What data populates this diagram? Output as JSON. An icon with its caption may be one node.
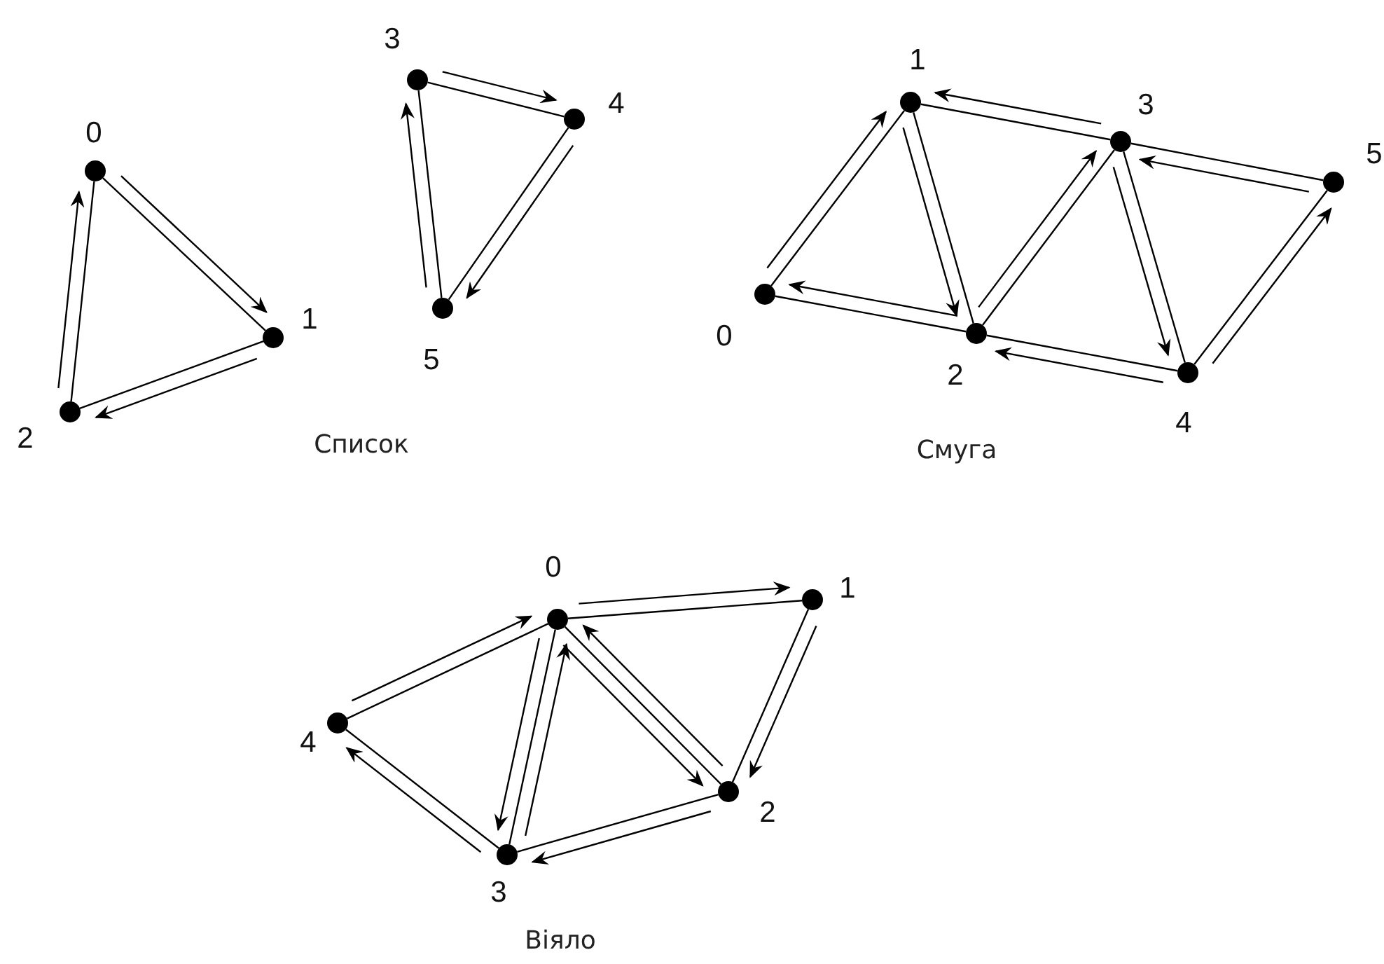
{
  "diagram": {
    "nodes": [
      {
        "text": [],
        "shape": "circle",
        "beside": [
          "0"
        ]
      },
      {
        "text": [],
        "shape": "circle",
        "beside": [
          "1"
        ]
      },
      {
        "text": [],
        "shape": "circle",
        "beside": [
          "2"
        ]
      },
      {
        "text": [],
        "shape": "circle",
        "beside": [
          "3"
        ]
      },
      {
        "text": [],
        "shape": "circle",
        "beside": [
          "4"
        ]
      },
      {
        "text": [],
        "shape": "circle",
        "beside": [
          "5"
        ]
      },
      {
        "text": [],
        "shape": "circle",
        "beside": [
          "0"
        ]
      },
      {
        "text": [],
        "shape": "circle",
        "beside": [
          "1"
        ]
      },
      {
        "text": [],
        "shape": "circle",
        "beside": [
          "2"
        ]
      },
      {
        "text": [],
        "shape": "circle",
        "beside": [
          "3"
        ]
      },
      {
        "text": [],
        "shape": "circle",
        "beside": [
          "4"
        ]
      },
      {
        "text": [],
        "shape": "circle",
        "beside": [
          "5"
        ]
      },
      {
        "text": [],
        "shape": "circle",
        "beside": [
          "0"
        ]
      },
      {
        "text": [],
        "shape": "circle",
        "beside": [
          "1"
        ]
      },
      {
        "text": [],
        "shape": "circle",
        "beside": [
          "2"
        ]
      },
      {
        "text": [],
        "shape": "circle",
        "beside": [
          "3"
        ]
      },
      {
        "text": [],
        "shape": "circle",
        "beside": [
          "4"
        ]
      }
    ],
    "edges": [
      {
        "from": 0,
        "to": 1,
        "arrow": "none"
      },
      {
        "from": 1,
        "to": 2,
        "arrow": "none"
      },
      {
        "from": 2,
        "to": 0,
        "arrow": "none"
      },
      {
        "from": 3,
        "to": 4,
        "arrow": "none"
      },
      {
        "from": 4,
        "to": 5,
        "arrow": "none"
      },
      {
        "from": 5,
        "to": 3,
        "arrow": "none"
      },
      {
        "from": 0,
        "to": 1,
        "arrow": "to"
      },
      {
        "from": 1,
        "to": 2,
        "arrow": "to"
      },
      {
        "from": 2,
        "to": 0,
        "arrow": "to"
      },
      {
        "from": 3,
        "to": 4,
        "arrow": "to"
      },
      {
        "from": 4,
        "to": 5,
        "arrow": "to"
      },
      {
        "from": 5,
        "to": 3,
        "arrow": "to"
      },
      {
        "from": 6,
        "to": 7,
        "arrow": "none"
      },
      {
        "from": 6,
        "to": 8,
        "arrow": "none"
      },
      {
        "from": 7,
        "to": 8,
        "arrow": "none"
      },
      {
        "from": 7,
        "to": 9,
        "arrow": "none"
      },
      {
        "from": 8,
        "to": 9,
        "arrow": "none"
      },
      {
        "from": 8,
        "to": 10,
        "arrow": "none"
      },
      {
        "from": 9,
        "to": 10,
        "arrow": "none"
      },
      {
        "from": 9,
        "to": 11,
        "arrow": "none"
      },
      {
        "from": 10,
        "to": 11,
        "arrow": "none"
      },
      {
        "from": 6,
        "to": 7,
        "arrow": "to"
      },
      {
        "from": 7,
        "to": 8,
        "arrow": "to"
      },
      {
        "from": 8,
        "to": 6,
        "arrow": "to"
      },
      {
        "from": 8,
        "to": 9,
        "arrow": "to"
      },
      {
        "from": 9,
        "to": 7,
        "arrow": "to"
      },
      {
        "from": 9,
        "to": 10,
        "arrow": "to"
      },
      {
        "from": 10,
        "to": 8,
        "arrow": "to"
      },
      {
        "from": 10,
        "to": 11,
        "arrow": "to"
      },
      {
        "from": 11,
        "to": 9,
        "arrow": "to"
      },
      {
        "from": 12,
        "to": 13,
        "arrow": "none"
      },
      {
        "from": 13,
        "to": 14,
        "arrow": "none"
      },
      {
        "from": 12,
        "to": 14,
        "arrow": "none"
      },
      {
        "from": 14,
        "to": 15,
        "arrow": "none"
      },
      {
        "from": 12,
        "to": 15,
        "arrow": "none"
      },
      {
        "from": 15,
        "to": 16,
        "arrow": "none"
      },
      {
        "from": 16,
        "to": 12,
        "arrow": "none"
      },
      {
        "from": 12,
        "to": 13,
        "arrow": "to"
      },
      {
        "from": 13,
        "to": 14,
        "arrow": "to"
      },
      {
        "from": 14,
        "to": 12,
        "arrow": "to"
      },
      {
        "from": 12,
        "to": 14,
        "arrow": "to"
      },
      {
        "from": 14,
        "to": 15,
        "arrow": "to"
      },
      {
        "from": 15,
        "to": 12,
        "arrow": "to"
      },
      {
        "from": 12,
        "to": 15,
        "arrow": "to"
      },
      {
        "from": 15,
        "to": 16,
        "arrow": "to"
      },
      {
        "from": 16,
        "to": 12,
        "arrow": "to"
      }
    ],
    "labels": [
      "Список",
      "Смуга",
      "Віяло"
    ]
  }
}
